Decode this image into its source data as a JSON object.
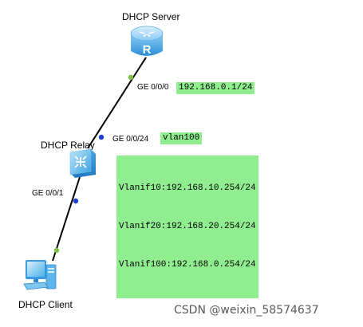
{
  "devices": {
    "server_label": "DHCP Server",
    "relay_label": "DHCP Relay",
    "client_label": "DHCP Client"
  },
  "ports": {
    "server_port": "GE 0/0/0",
    "relay_uplink": "GE 0/0/24",
    "relay_downlink": "GE 0/0/1"
  },
  "notes": {
    "server_ip": "192.168.0.1/24",
    "uplink_vlan": "vlan100",
    "vlanif_lines": [
      "Vlanif10:192.168.10.254/24",
      "Vlanif20:192.168.20.254/24",
      "Vlanif100:192.168.0.254/24"
    ]
  },
  "watermark": "CSDN @weixin_58574637",
  "colors": {
    "note_bg": "#90ee90",
    "link": "#000000",
    "port_up": "#7dc242",
    "port_blue": "#1f3fd4",
    "device_blue": "#3aa0e0"
  },
  "icons": {
    "server": "router-icon",
    "relay": "layer3-switch-icon",
    "client": "pc-icon"
  }
}
